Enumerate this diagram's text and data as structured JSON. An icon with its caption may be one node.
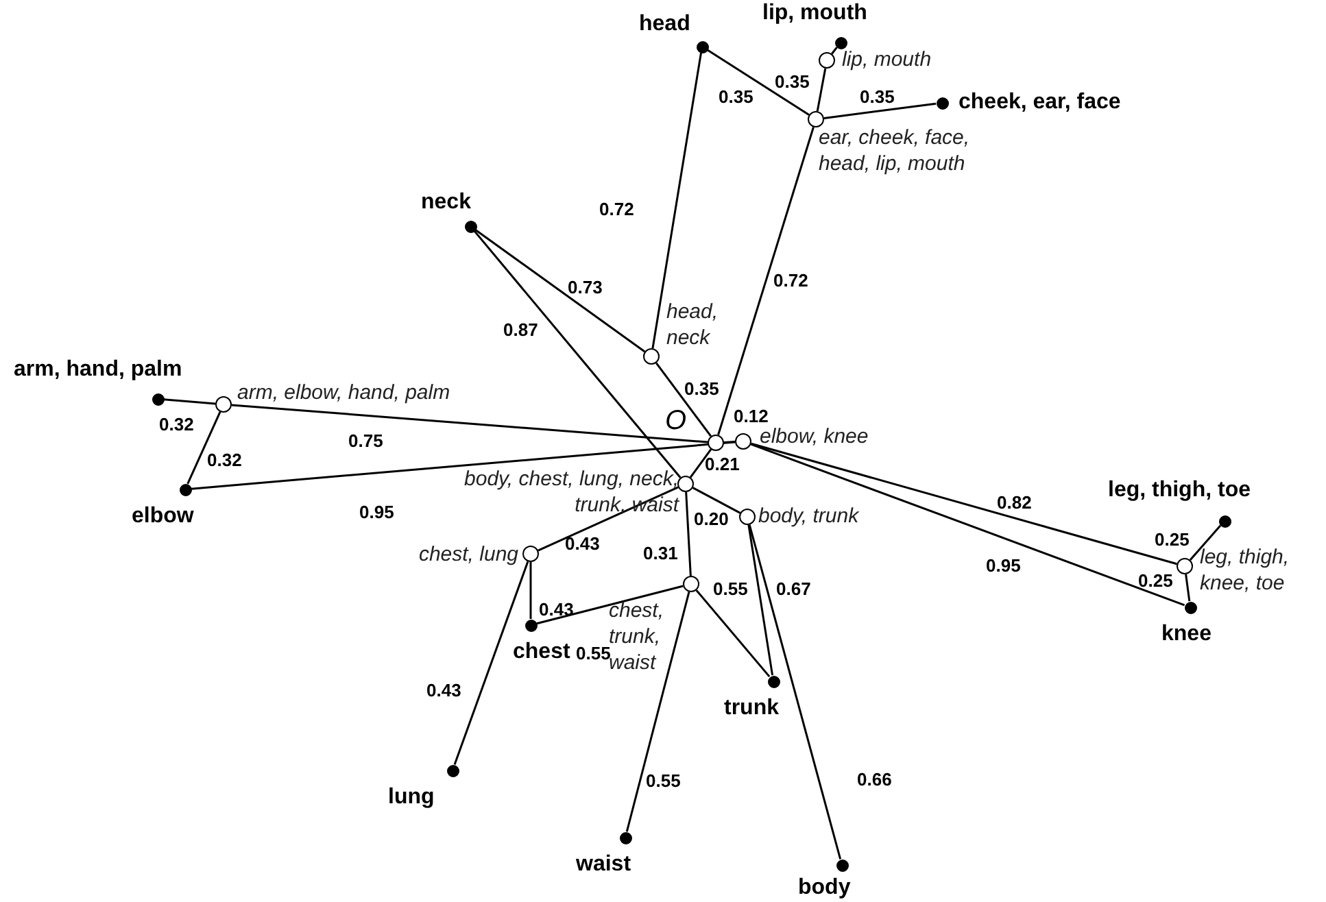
{
  "diagram": {
    "nodes": [
      {
        "text": [
          "head"
        ]
      },
      {
        "text": [
          "lip, mouth"
        ]
      },
      {
        "text": [
          "lip, mouth"
        ]
      },
      {
        "text": [
          "cheek, ear, face"
        ]
      },
      {
        "text": [
          "ear, cheek, face, head, lip, mouth"
        ]
      },
      {
        "text": [
          "neck"
        ]
      },
      {
        "text": [
          "head, neck"
        ]
      },
      {
        "text": [
          "arm, hand, palm"
        ]
      },
      {
        "text": [
          "arm, elbow, hand, palm"
        ]
      },
      {
        "text": [
          "O"
        ]
      },
      {
        "text": [
          "elbow, knee"
        ]
      },
      {
        "text": [
          "elbow"
        ]
      },
      {
        "text": [
          "body, chest, lung, neck, trunk, waist"
        ]
      },
      {
        "text": [
          "body, trunk"
        ]
      },
      {
        "text": [
          "leg, thigh, toe"
        ]
      },
      {
        "text": [
          "chest, lung"
        ]
      },
      {
        "text": [
          "leg, thigh, knee, toe"
        ]
      },
      {
        "text": [
          "chest, trunk, waist"
        ]
      },
      {
        "text": [
          "knee"
        ]
      },
      {
        "text": [
          "chest"
        ]
      },
      {
        "text": [
          "trunk"
        ]
      },
      {
        "text": [
          "lung"
        ]
      },
      {
        "text": [
          "waist"
        ]
      },
      {
        "text": [
          "body"
        ]
      }
    ],
    "edges": [
      {
        "from": 9,
        "to": 6,
        "arrow": "none",
        "label": "0.35"
      },
      {
        "from": 6,
        "to": 0,
        "arrow": "none",
        "label": "0.72"
      },
      {
        "from": 6,
        "to": 5,
        "arrow": "none",
        "label": "0.73"
      },
      {
        "from": 9,
        "to": 4,
        "arrow": "none",
        "label": "0.72"
      },
      {
        "from": 4,
        "to": 0,
        "arrow": "none",
        "label": "0.35"
      },
      {
        "from": 4,
        "to": 2,
        "arrow": "none",
        "label": "0.35"
      },
      {
        "from": 2,
        "to": 1,
        "arrow": "none"
      },
      {
        "from": 4,
        "to": 3,
        "arrow": "none",
        "label": "0.35"
      },
      {
        "from": 9,
        "to": 8,
        "arrow": "none",
        "label": "0.75"
      },
      {
        "from": 8,
        "to": 7,
        "arrow": "none",
        "label": "0.32"
      },
      {
        "from": 8,
        "to": 11,
        "arrow": "none",
        "label": "0.32"
      },
      {
        "from": 11,
        "to": 10,
        "arrow": "none",
        "label": "0.95"
      },
      {
        "from": 9,
        "to": 10,
        "arrow": "none",
        "label": "0.12"
      },
      {
        "from": 10,
        "to": 16,
        "arrow": "none",
        "label": "0.82"
      },
      {
        "from": 10,
        "to": 18,
        "arrow": "none",
        "label": "0.95"
      },
      {
        "from": 16,
        "to": 14,
        "arrow": "none",
        "label": "0.25"
      },
      {
        "from": 16,
        "to": 18,
        "arrow": "none",
        "label": "0.25"
      },
      {
        "from": 9,
        "to": 12,
        "arrow": "none",
        "label": "0.21"
      },
      {
        "from": 12,
        "to": 5,
        "arrow": "none",
        "label": "0.87"
      },
      {
        "from": 12,
        "to": 13,
        "arrow": "none",
        "label": "0.20"
      },
      {
        "from": 12,
        "to": 15,
        "arrow": "none",
        "label": "0.43"
      },
      {
        "from": 12,
        "to": 17,
        "arrow": "none",
        "label": "0.31"
      },
      {
        "from": 15,
        "to": 19,
        "arrow": "none",
        "label": "0.43"
      },
      {
        "from": 15,
        "to": 21,
        "arrow": "none",
        "label": "0.43"
      },
      {
        "from": 17,
        "to": 19,
        "arrow": "none",
        "label": "0.55"
      },
      {
        "from": 17,
        "to": 20,
        "arrow": "none",
        "label": "0.55"
      },
      {
        "from": 17,
        "to": 22,
        "arrow": "none",
        "label": "0.55"
      },
      {
        "from": 13,
        "to": 20,
        "arrow": "none",
        "label": "0.67"
      },
      {
        "from": 13,
        "to": 23,
        "arrow": "none",
        "label": "0.66"
      }
    ]
  }
}
